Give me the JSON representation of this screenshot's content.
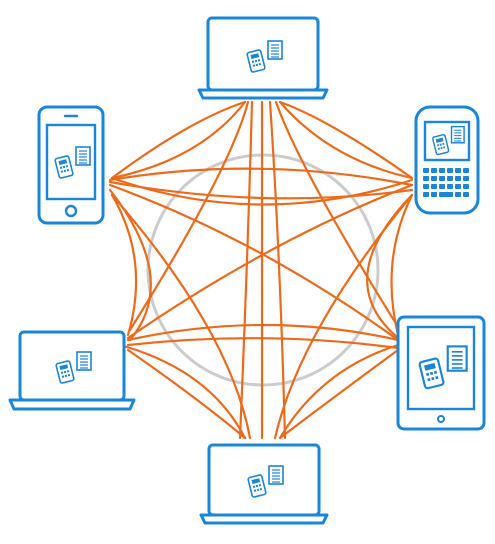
{
  "diagram": {
    "connection_color": "#ee6a1a",
    "device_color": "#1a86d9",
    "ring_color": "#cccccc",
    "background": "#ffffff",
    "devices": [
      {
        "id": "laptop-top",
        "type": "laptop",
        "icon": "calculator-document-icon"
      },
      {
        "id": "blackberry-right",
        "type": "keyboard-phone",
        "icon": "calculator-document-icon"
      },
      {
        "id": "tablet-right",
        "type": "tablet",
        "icon": "calculator-document-icon"
      },
      {
        "id": "laptop-bottom",
        "type": "laptop",
        "icon": "calculator-document-icon"
      },
      {
        "id": "laptop-left",
        "type": "laptop",
        "icon": "calculator-document-icon"
      },
      {
        "id": "smartphone-left",
        "type": "smartphone",
        "icon": "calculator-document-icon"
      }
    ]
  }
}
